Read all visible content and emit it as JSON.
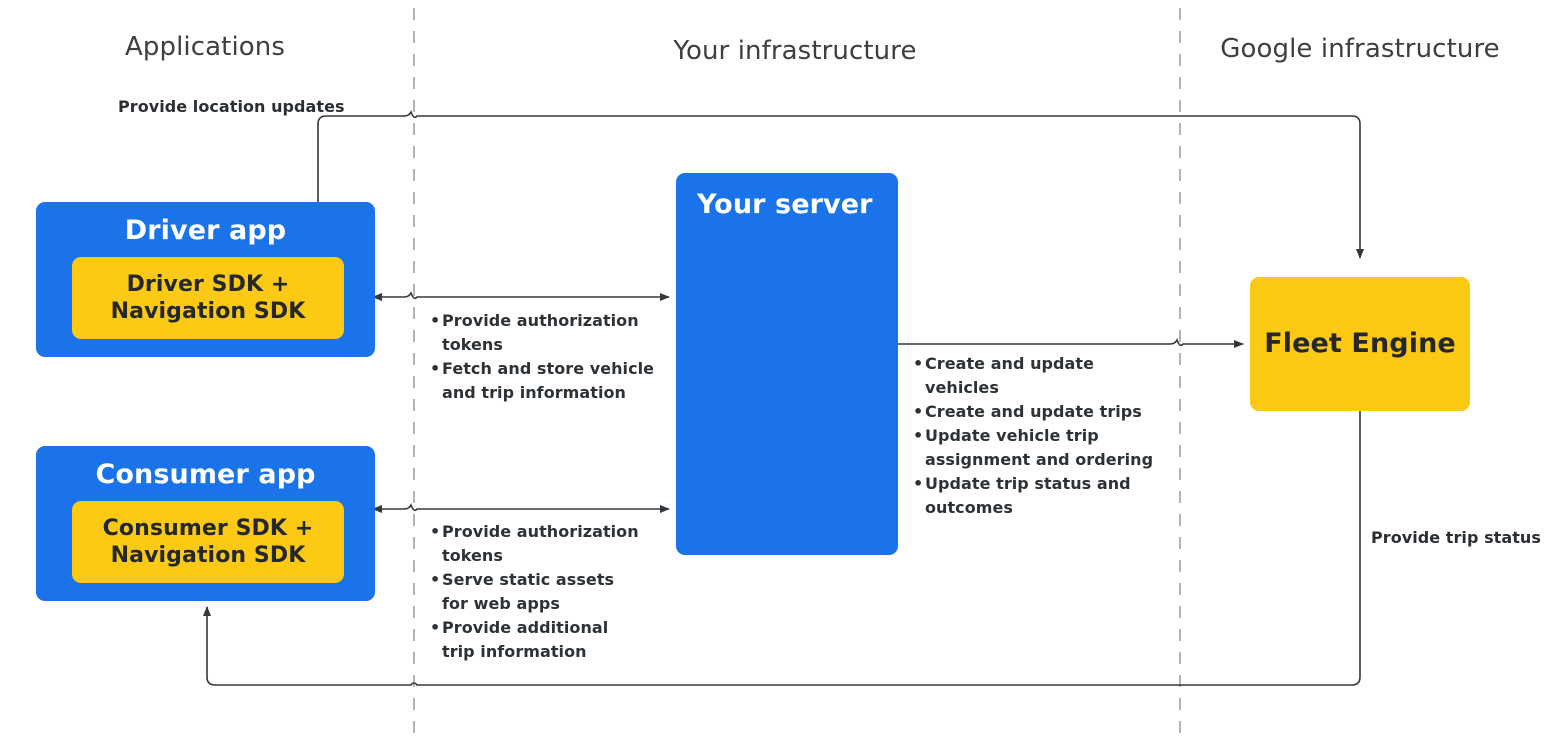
{
  "colors": {
    "blue": "#1a73e8",
    "yellow": "#fcc914",
    "text_dark": "#2d3236",
    "header_text": "#3c4043",
    "line": "#5f6368",
    "divider": "#b0b5bb"
  },
  "columns": [
    {
      "label": "Applications"
    },
    {
      "label": "Your infrastructure"
    },
    {
      "label": "Google infrastructure"
    }
  ],
  "nodes": {
    "driver_app": {
      "title": "Driver app",
      "chip_line1": "Driver SDK +",
      "chip_line2": "Navigation SDK"
    },
    "consumer_app": {
      "title": "Consumer app",
      "chip_line1": "Consumer SDK +",
      "chip_line2": "Navigation SDK"
    },
    "your_server": {
      "title": "Your server"
    },
    "fleet_engine": {
      "title": "Fleet Engine"
    }
  },
  "edges": {
    "provide_location_updates": "Provide location updates",
    "provide_trip_status": "Provide trip status",
    "driver_server_bullets": [
      "Provide authorization tokens",
      "Fetch and store vehicle and trip information"
    ],
    "consumer_server_bullets": [
      "Provide authorization tokens",
      "Serve static assets for web apps",
      "Provide additional trip information"
    ],
    "server_fleet_bullets": [
      "Create and update vehicles",
      "Create and update trips",
      "Update vehicle trip assignment and ordering",
      "Update trip status and outcomes"
    ]
  }
}
